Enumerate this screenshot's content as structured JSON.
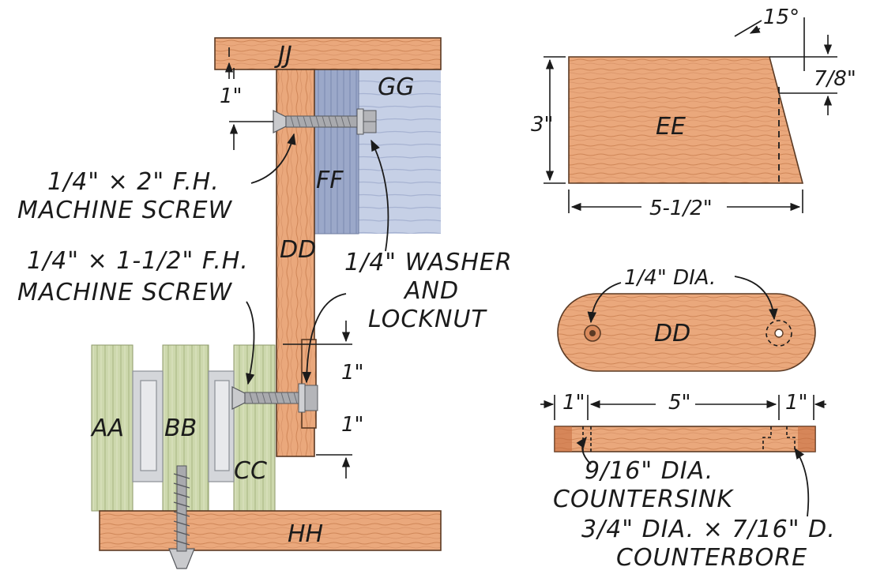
{
  "parts": {
    "jj": "JJ",
    "gg": "GG",
    "ff": "FF",
    "dd": "DD",
    "aa": "AA",
    "bb": "BB",
    "cc": "CC",
    "hh": "HH",
    "ee": "EE",
    "dd_detail": "DD"
  },
  "callouts": {
    "screw_top_line1": "1/4\" × 2\" F.H.",
    "screw_top_line2": "MACHINE SCREW",
    "screw_bottom_line1": "1/4\" × 1-1/2\" F.H.",
    "screw_bottom_line2": "MACHINE SCREW",
    "washer_line1": "1/4\" WASHER",
    "washer_line2": "AND",
    "washer_line3": "LOCKNUT",
    "dia_quarter": "1/4\" DIA.",
    "countersink_line1": "9/16\" DIA.",
    "countersink_line2": "COUNTERSINK",
    "counterbore_line1": "3/4\" DIA. × 7/16\" D.",
    "counterbore_line2": "COUNTERBORE"
  },
  "dimensions": {
    "dim_top_1": "1\"",
    "dim_lower_1a": "1\"",
    "dim_lower_1b": "1\"",
    "angle": "15°",
    "offset": "7/8\"",
    "ee_height": "3\"",
    "ee_width": "5-1/2\"",
    "side_left": "1\"",
    "side_mid": "5\"",
    "side_right": "1\""
  },
  "colors": {
    "wood": "#e8a578",
    "wood_grain": "#c97c52",
    "wood_dark": "#c46a3c",
    "blue_panel": "#9aa6c7",
    "blue_light": "#c3cde3",
    "green_panel": "#c9d4a8",
    "metal": "#b9b9bd"
  }
}
